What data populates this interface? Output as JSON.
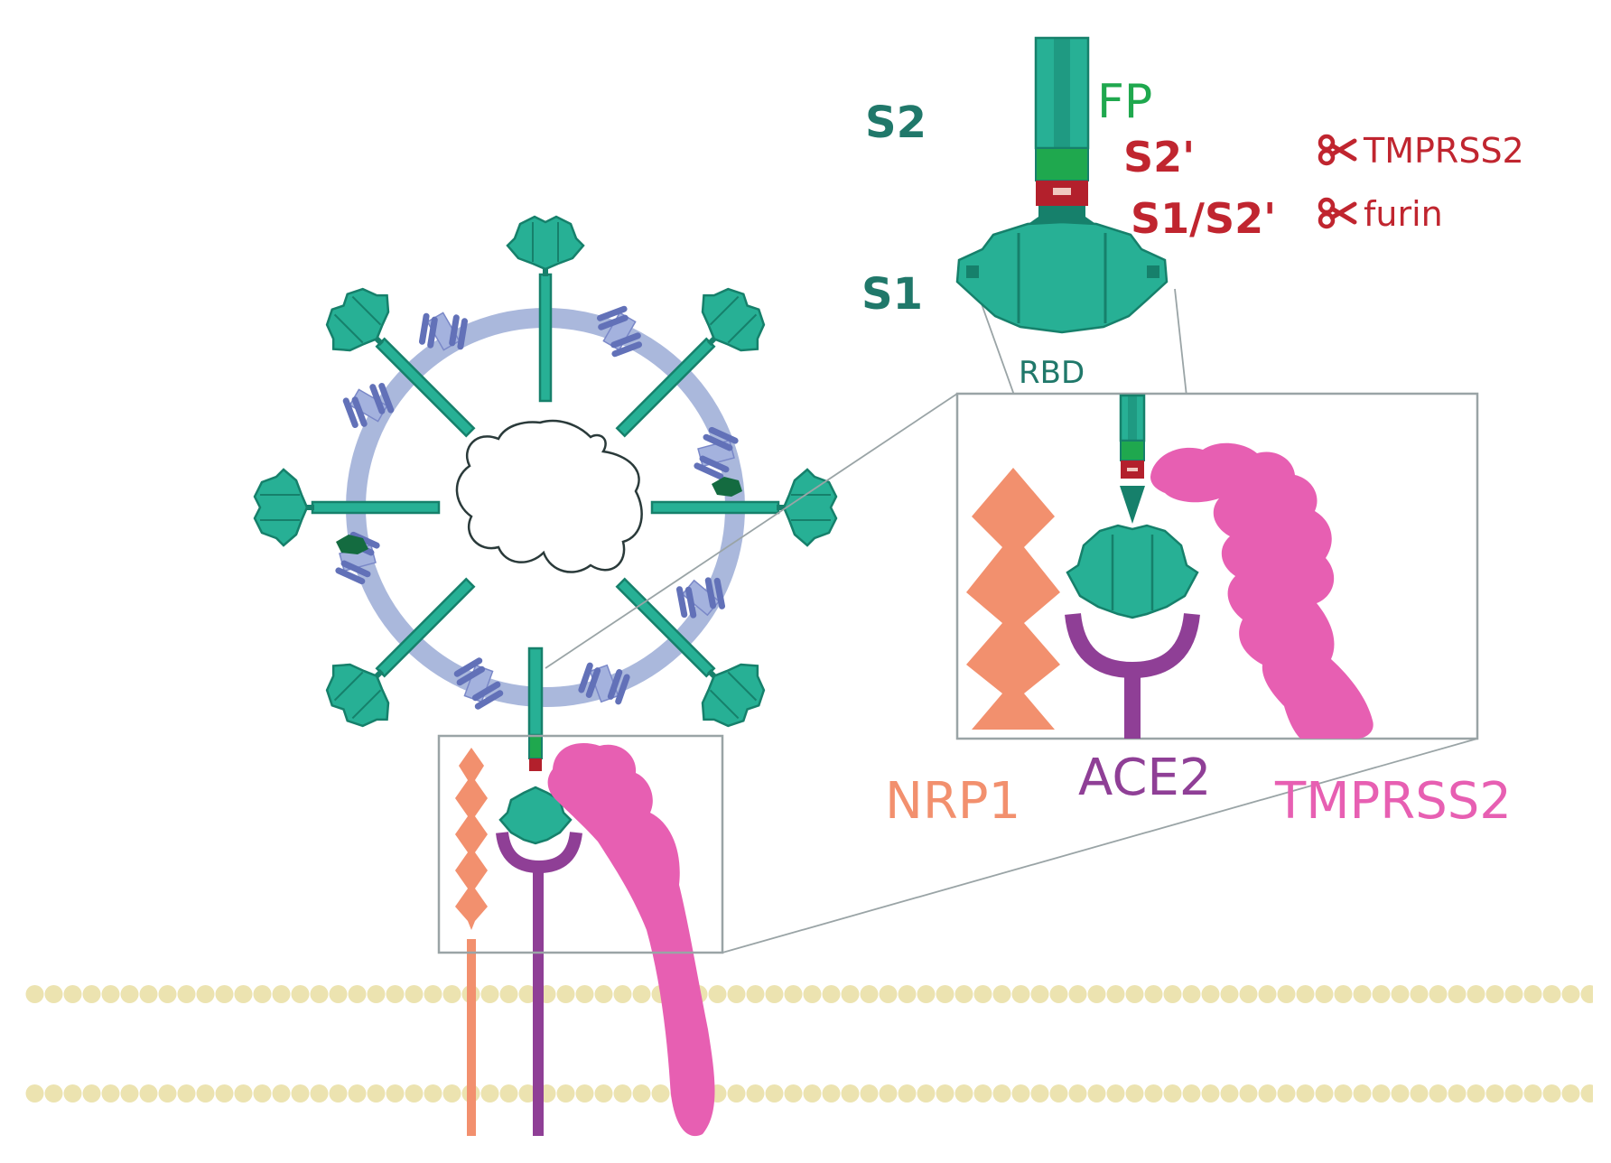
{
  "labels": {
    "s2": "S2",
    "fp": "FP",
    "s2prime": "S2'",
    "s1s2": "S1/S2'",
    "s1": "S1",
    "rbd": "RBD",
    "tmprss2_cut": "TMPRSS2",
    "furin_cut": "furin",
    "nrp1": "NRP1",
    "ace2": "ACE2",
    "tmprss2": "TMPRSS2"
  },
  "icons": {
    "cleavage": "scissors-icon"
  },
  "colors": {
    "spike": "#27b095",
    "spike_dark": "#16806b",
    "fusion_peptide": "#1fa84e",
    "cleavage_site": "#b3202c",
    "cleavage_text": "#c0252f",
    "membrane_protein": "#7a88c8",
    "envelope": "#aab8dc",
    "nrp1": "#f2906e",
    "ace2": "#8f3f96",
    "tmprss2": "#e75fb2",
    "membrane": "#ece3b0",
    "zoom_box": "#9aa4a6"
  }
}
